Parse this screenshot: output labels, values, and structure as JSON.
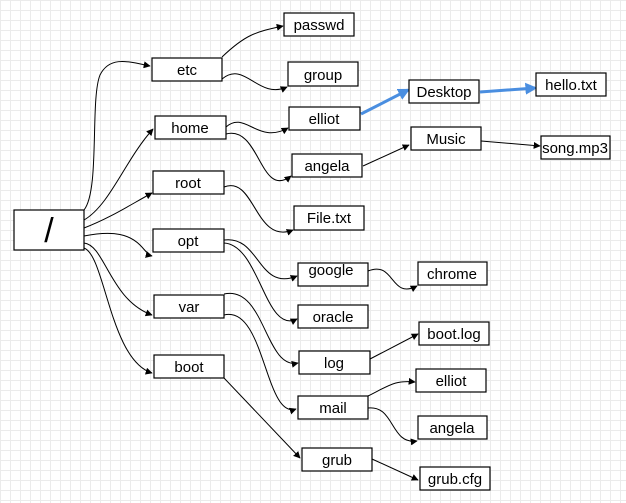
{
  "colors": {
    "highlight": "#4a8ee0",
    "edge": "#000000",
    "box_border": "#000000"
  },
  "nodes": {
    "root": "/",
    "etc": "etc",
    "home": "home",
    "root_dir": "root",
    "opt": "opt",
    "var": "var",
    "boot": "boot",
    "passwd": "passwd",
    "group": "group",
    "elliot": "elliot",
    "angela": "angela",
    "file_txt": "File.txt",
    "google": "google",
    "oracle": "oracle",
    "log": "log",
    "mail": "mail",
    "grub": "grub",
    "desktop": "Desktop",
    "music": "Music",
    "hello_txt": "hello.txt",
    "song_mp3": "song.mp3",
    "chrome": "chrome",
    "boot_log": "boot.log",
    "mail_elliot": "elliot",
    "mail_angela": "angela",
    "grub_cfg": "grub.cfg"
  }
}
